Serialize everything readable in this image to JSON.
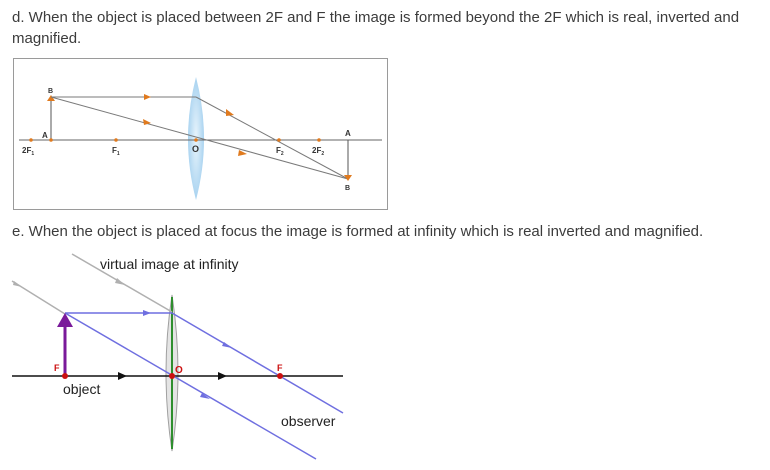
{
  "paragraph_d": "d. When the object is placed between 2F and F the image is formed beyond the 2F which is real, inverted and magnified.",
  "paragraph_e": "e. When the object is placed at focus the image is formed at infinity which is real inverted and magnified.",
  "figure_d": {
    "labels": {
      "twoF1": "2F",
      "twoF1_sub": "1",
      "F1": "F",
      "F1_sub": "1",
      "O": "O",
      "F2": "F",
      "F2_sub": "2",
      "twoF2": "2F",
      "twoF2_sub": "2",
      "object_top": "B",
      "object_base": "A",
      "image_top": "A",
      "image_bottom": "B"
    },
    "colors": {
      "axis": "#666666",
      "rays": "#7a7a7a",
      "arrows": "#e07a1e",
      "lens": "#bfe0f5"
    }
  },
  "figure_e": {
    "labels": {
      "virtual": "virtual image at infinity",
      "focus_left": "F",
      "centre": "O",
      "focus_right": "F",
      "object": "object",
      "observer": "observer"
    },
    "colors": {
      "rays": "#6f6fe0",
      "virtual_ray": "#b0b0b0",
      "object_arrow": "#7a1a9a",
      "lens_axis": "#2f8f2f",
      "points": "#cc1010"
    }
  }
}
